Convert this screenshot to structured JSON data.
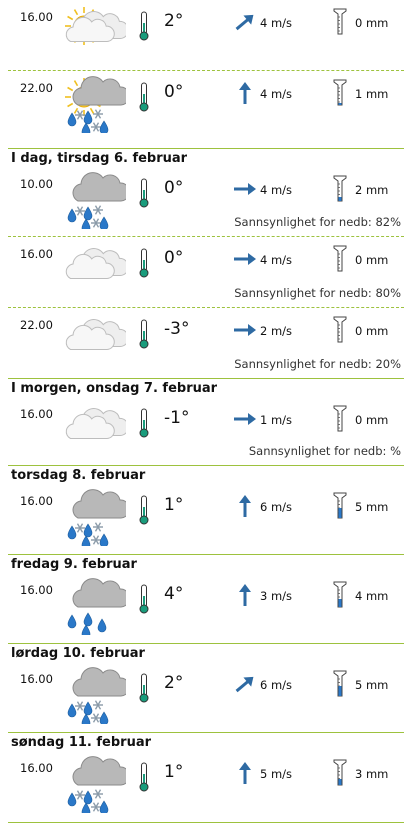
{
  "rows": [
    {
      "day": "",
      "time": "16.00",
      "icon": "partly-sunny-icon",
      "temp": "2°",
      "wind_dir": "north-east",
      "wind": "4 m/s",
      "precip": "0 mm",
      "prob_label": "",
      "prob_value": "",
      "gauge_fill": 0
    },
    {
      "day": "",
      "time": "22.00",
      "icon": "sun-cloud-rain-snow-icon",
      "temp": "0°",
      "wind_dir": "north",
      "wind": "4 m/s",
      "precip": "1 mm",
      "prob_label": "",
      "prob_value": "",
      "gauge_fill": 0.1
    },
    {
      "day": "I dag, tirsdag 6. februar",
      "time": "10.00",
      "icon": "cloud-rain-snow-icon",
      "temp": "0°",
      "wind_dir": "east",
      "wind": "4 m/s",
      "precip": "2 mm",
      "prob_label": "Sannsynlighet for nedb:",
      "prob_value": "82%",
      "gauge_fill": 0.2
    },
    {
      "day": "",
      "time": "16.00",
      "icon": "cloud-icon",
      "temp": "0°",
      "wind_dir": "east",
      "wind": "4 m/s",
      "precip": "0 mm",
      "prob_label": "Sannsynlighet for nedb:",
      "prob_value": "80%",
      "gauge_fill": 0
    },
    {
      "day": "",
      "time": "22.00",
      "icon": "cloud-icon",
      "temp": "-3°",
      "wind_dir": "east",
      "wind": "2 m/s",
      "precip": "0 mm",
      "prob_label": "Sannsynlighet for nedb:",
      "prob_value": "20%",
      "gauge_fill": 0
    },
    {
      "day": "I morgen, onsdag 7. februar",
      "time": "16.00",
      "icon": "cloud-icon",
      "temp": "-1°",
      "wind_dir": "east",
      "wind": "1 m/s",
      "precip": "0 mm",
      "prob_label": "Sannsynlighet for nedb:",
      "prob_value": "%",
      "gauge_fill": 0
    },
    {
      "day": "torsdag 8. februar",
      "time": "16.00",
      "icon": "cloud-rain-snow-icon",
      "temp": "1°",
      "wind_dir": "north",
      "wind": "6 m/s",
      "precip": "5 mm",
      "prob_label": "",
      "prob_value": "",
      "gauge_fill": 0.5
    },
    {
      "day": "fredag 9. februar",
      "time": "16.00",
      "icon": "cloud-rain-icon",
      "temp": "4°",
      "wind_dir": "north",
      "wind": "3 m/s",
      "precip": "4 mm",
      "prob_label": "",
      "prob_value": "",
      "gauge_fill": 0.4
    },
    {
      "day": "lørdag 10. februar",
      "time": "16.00",
      "icon": "cloud-rain-snow-icon",
      "temp": "2°",
      "wind_dir": "north-east",
      "wind": "6 m/s",
      "precip": "5 mm",
      "prob_label": "",
      "prob_value": "",
      "gauge_fill": 0.5
    },
    {
      "day": "søndag 11. februar",
      "time": "16.00",
      "icon": "cloud-rain-snow-icon",
      "temp": "1°",
      "wind_dir": "north",
      "wind": "5 m/s",
      "precip": "3 mm",
      "prob_label": "",
      "prob_value": "",
      "gauge_fill": 0.3
    }
  ],
  "colors": {
    "separator": "#9dc23e",
    "arrow": "#2e6aa3",
    "thermometer": "#1a9c7c",
    "rain": "#2a78c8",
    "cloud": "#c8c8c8"
  }
}
